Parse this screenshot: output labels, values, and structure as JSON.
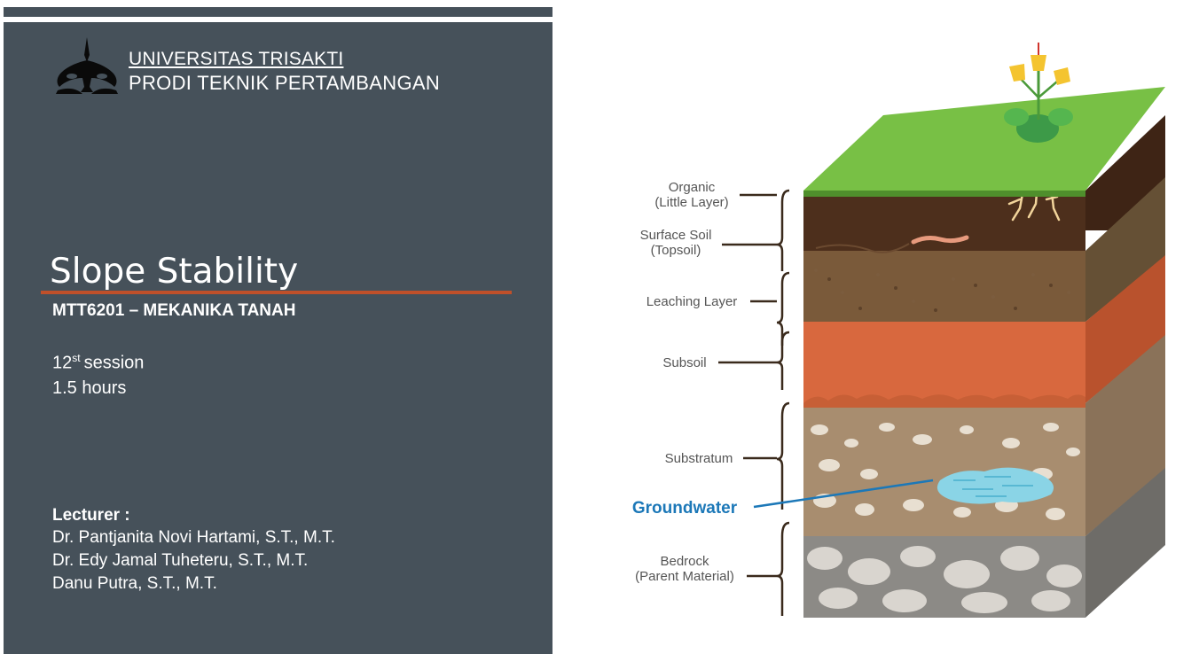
{
  "header": {
    "university": "UNIVERSITAS TRISAKTI",
    "program": "PRODI TEKNIK PERTAMBANGAN"
  },
  "slide": {
    "title": "Slope Stability",
    "course": "MTT6201 – MEKANIKA TANAH",
    "session_number": "12",
    "session_sup": "st",
    "session_word": "session",
    "duration": "1.5 hours"
  },
  "lecturers": {
    "heading": "Lecturer :",
    "names": [
      "Dr. Pantjanita Novi Hartami, S.T., M.T.",
      "Dr. Edy Jamal Tuheteru, S.T., M.T.",
      "Danu Putra, S.T., M.T."
    ]
  },
  "soil_diagram": {
    "labels": {
      "organic_1": "Organic",
      "organic_2": "(Little Layer)",
      "surface_1": "Surface Soil",
      "surface_2": "(Topsoil)",
      "leaching": "Leaching Layer",
      "subsoil": "Subsoil",
      "substratum": "Substratum",
      "groundwater": "Groundwater",
      "bedrock_1": "Bedrock",
      "bedrock_2": "(Parent Material)"
    }
  },
  "colors": {
    "panel": "#46515a",
    "accent_rule": "#c0502a",
    "groundwater": "#1c78b8"
  }
}
